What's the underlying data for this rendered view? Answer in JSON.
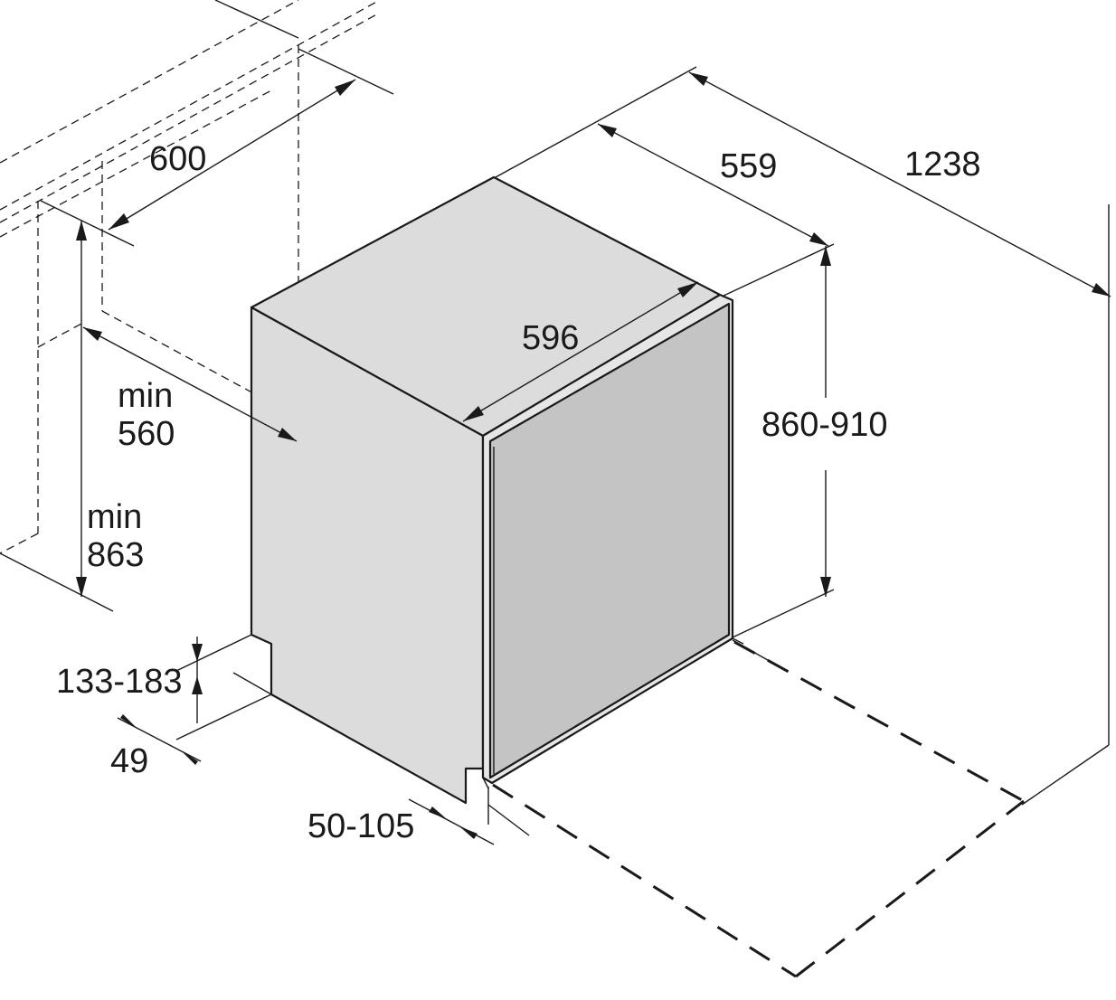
{
  "dimensions": {
    "niche_depth": "600",
    "appliance_depth": "559",
    "total_depth_door_open": "1238",
    "appliance_width": "596",
    "appliance_height": "860-910",
    "niche_width_label": "min",
    "niche_width_value": "560",
    "niche_height_label": "min",
    "niche_height_value": "863",
    "plinth_height": "133-183",
    "plinth_recess": "49",
    "door_offset": "50-105"
  },
  "colors": {
    "body": "#dcdcdc",
    "door": "#c4c4c4",
    "line": "#1a1a1a"
  }
}
